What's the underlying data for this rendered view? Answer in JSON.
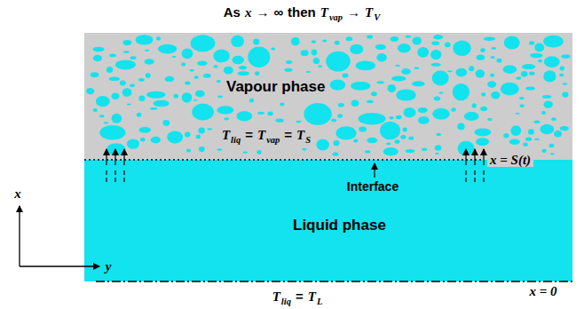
{
  "diagram": {
    "nodes": [
      {
        "text": [
          "Vapour phase"
        ]
      },
      {
        "text": [
          "Liquid phase"
        ]
      }
    ],
    "labels": [
      "As",
      "x",
      "→",
      "∞",
      "then",
      "T",
      "vap",
      "→",
      "T",
      "V",
      "T",
      "liq",
      "=",
      "T",
      "vap",
      "=",
      "T",
      "S",
      "x = S(t)",
      "Interface",
      "x = 0",
      "T",
      "liq",
      "=",
      "T",
      "L",
      "x",
      "y"
    ]
  }
}
